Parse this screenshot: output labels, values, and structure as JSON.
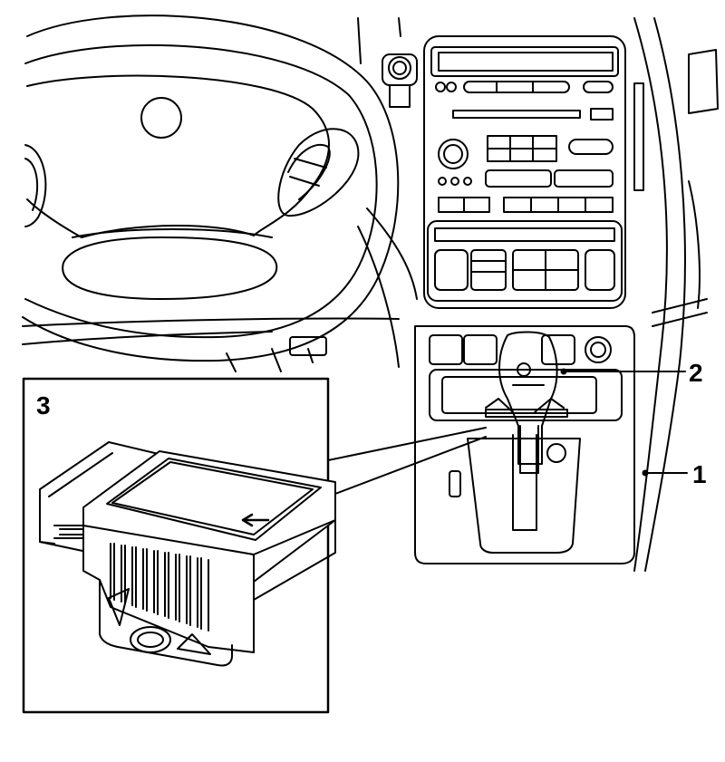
{
  "figure": {
    "callouts": {
      "one": "1",
      "two": "2",
      "three": "3"
    },
    "colors": {
      "line": "#000000",
      "background": "#ffffff"
    }
  }
}
